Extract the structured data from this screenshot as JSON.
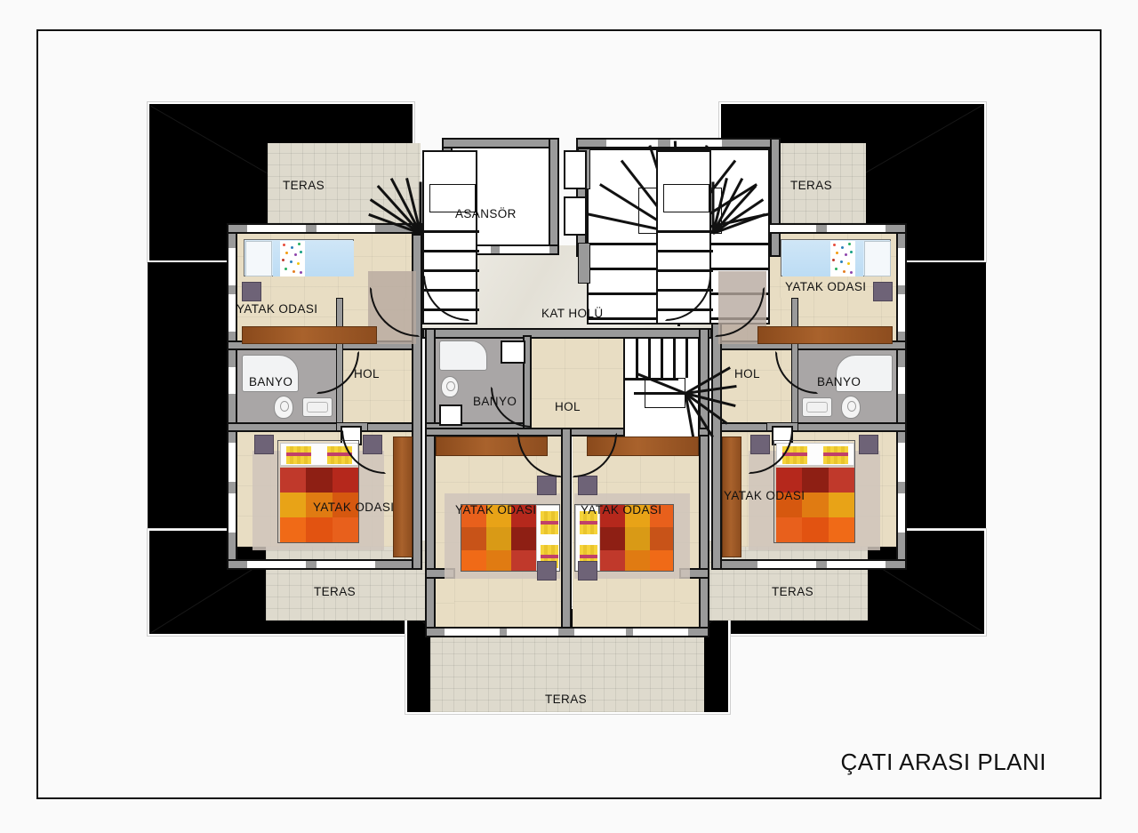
{
  "drawing": {
    "title": "ÇATI ARASI PLANI",
    "sheet_background": "#fafafa",
    "frame_color": "#111111"
  },
  "palette": {
    "roof": "#000000",
    "wall_fill": "#9a9a9a",
    "wall_outline": "#111111",
    "room_floor": "#e8ddc3",
    "terrace_floor": "#dedacd",
    "hall_marble": "#eeece5",
    "bathroom_floor": "#a9a6a6",
    "wood_furniture": "#a9622c",
    "bed_red": "#c0392b",
    "bed_orange": "#e8601c",
    "bed_yellow": "#f0a81e",
    "bed_blue": "#cfe6f7",
    "nightstand": "#6e6377"
  },
  "rooms": [
    {
      "id": "teras-top-left",
      "label": "TERAS"
    },
    {
      "id": "teras-top-right",
      "label": "TERAS"
    },
    {
      "id": "yatak-odasi-top-left",
      "label": "YATAK ODASI"
    },
    {
      "id": "yatak-odasi-top-right",
      "label": "YATAK ODASI"
    },
    {
      "id": "asansor",
      "label": "ASANSÖR"
    },
    {
      "id": "kat-holu",
      "label": "KAT HOLÜ"
    },
    {
      "id": "banyo-left",
      "label": "BANYO"
    },
    {
      "id": "banyo-center",
      "label": "BANYO"
    },
    {
      "id": "banyo-right",
      "label": "BANYO"
    },
    {
      "id": "hol-left",
      "label": "HOL"
    },
    {
      "id": "hol-center",
      "label": "HOL"
    },
    {
      "id": "hol-right",
      "label": "HOL"
    },
    {
      "id": "yatak-odasi-mid-left",
      "label": "YATAK ODASI"
    },
    {
      "id": "yatak-odasi-mid-right",
      "label": "YATAK ODASI"
    },
    {
      "id": "yatak-odasi-ctr-left",
      "label": "YATAK ODASI"
    },
    {
      "id": "yatak-odasi-ctr-right",
      "label": "YATAK ODASI"
    },
    {
      "id": "teras-mid-left",
      "label": "TERAS"
    },
    {
      "id": "teras-mid-right",
      "label": "TERAS"
    },
    {
      "id": "teras-bottom",
      "label": "TERAS"
    }
  ],
  "labels": {
    "teras_tl": "TERAS",
    "teras_tr": "TERAS",
    "yatak_tl": "YATAK ODASI",
    "yatak_tr": "YATAK ODASI",
    "asansor": "ASANSÖR",
    "kat_holu": "KAT HOLÜ",
    "banyo_l": "BANYO",
    "banyo_c": "BANYO",
    "banyo_r": "BANYO",
    "hol_l": "HOL",
    "hol_c": "HOL",
    "hol_r": "HOL",
    "yatak_ml": "YATAK ODASI",
    "yatak_mr": "YATAK ODASI",
    "yatak_cl": "YATAK ODASI",
    "yatak_cr": "YATAK ODASI",
    "teras_ml": "TERAS",
    "teras_mr": "TERAS",
    "teras_b": "TERAS"
  }
}
